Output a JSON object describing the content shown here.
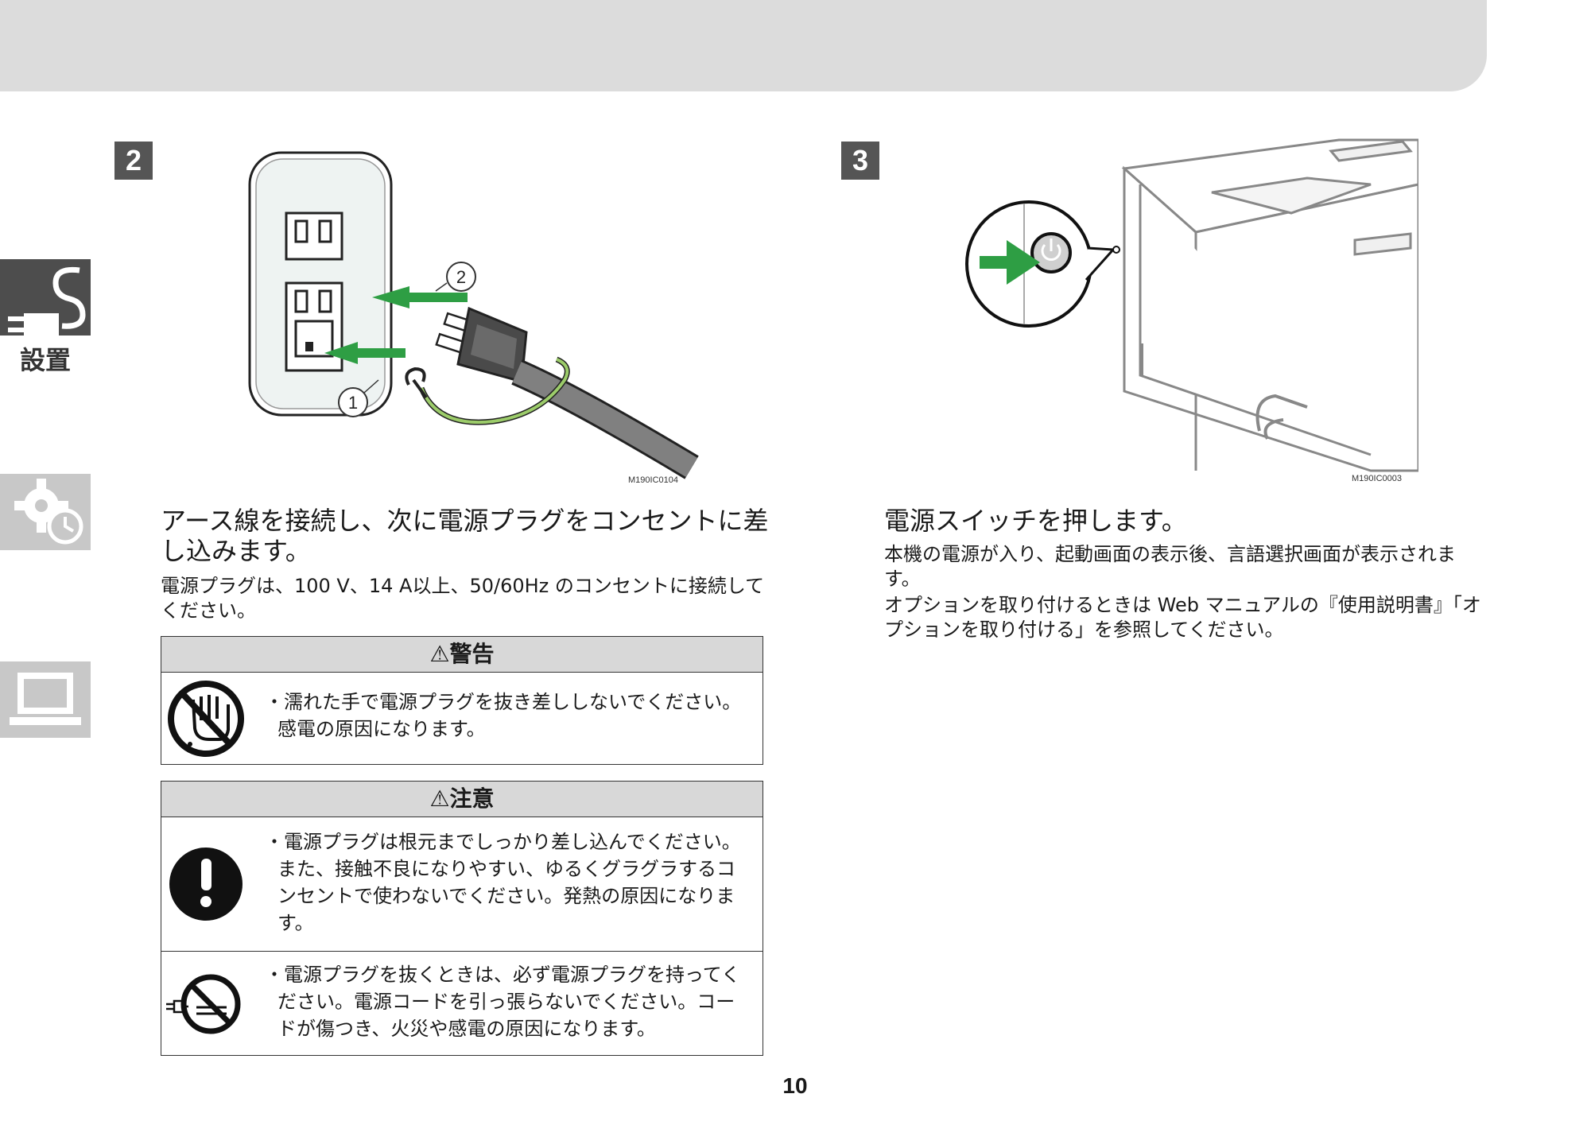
{
  "sidebar": {
    "setup_label": "設置"
  },
  "step2": {
    "number": "2",
    "figure_code": "M190IC0104",
    "callout_1": "1",
    "callout_2": "2",
    "heading": "アース線を接続し、次に電源プラグをコンセントに差し込みます。",
    "body": "電源プラグは、100 V、14 A以上、50/60Hz のコンセントに接続してください。",
    "warning": {
      "title": "⚠警告",
      "items": [
        "・濡れた手で電源プラグを抜き差ししないでください。感電の原因になります。"
      ]
    },
    "caution": {
      "title": "⚠注意",
      "items": [
        "・電源プラグは根元までしっかり差し込んでください。また、接触不良になりやすい、ゆるくグラグラするコンセントで使わないでください。発熱の原因になります。",
        "・電源プラグを抜くときは、必ず電源プラグを持ってください。電源コードを引っ張らないでください。コードが傷つき、火災や感電の原因になります。"
      ]
    }
  },
  "step3": {
    "number": "3",
    "figure_code": "M190IC0003",
    "heading": "電源スイッチを押します。",
    "body_1": "本機の電源が入り、起動画面の表示後、言語選択画面が表示されます。",
    "body_2": "オプションを取り付けるときは Web マニュアルの『使用説明書』「オプションを取り付ける」を参照してください。"
  },
  "page_number": "10",
  "colors": {
    "accent_green": "#2e9e44",
    "tab_active": "#4d4d4d",
    "tab_inactive": "#c8c8c8"
  }
}
